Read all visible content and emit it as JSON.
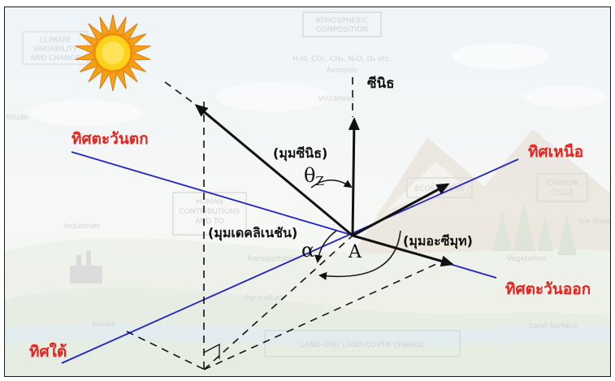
{
  "labels": {
    "zenith": "ซีนิธ",
    "west": "ทิศตะวันตก",
    "north": "ทิศเหนือ",
    "east": "ทิศตะวันออก",
    "south": "ทิศใต้",
    "zenith_angle": "(มุมซีนิธ)",
    "theta_z": "θ",
    "theta_z_sub": "Z",
    "declination_angle": "(มุมเดคลิเนชัน)",
    "alpha": "α",
    "azimuth_angle": "(มุมอะซีมุท)",
    "azimuth_symbol": "A"
  },
  "background_text": {
    "climate": "CLIMATE",
    "variability": "VARIABILITY",
    "and_change": "AND CHANGE",
    "atmospheric": "ATMOSPHERIC",
    "composition": "COMPOSITION",
    "gases": "H₂O, CO₂, CH₄, N₂O, O₃ etc.",
    "aerosols": "Aerosols",
    "volcanoes": "Volcanoes",
    "human": "HUMAN",
    "contributions": "CONTRIBUTIONS",
    "and_to": "AND TO",
    "industries": "Industries",
    "ecosystems": "ECOSYSTEMS",
    "carbon": "CARBON",
    "cycle": "CYCLE",
    "transportation": "Transportation",
    "agriculture": "Agriculture",
    "vegetation": "Vegetation",
    "rivers": "Rivers",
    "land_surface": "Land Surface",
    "ice_sheet": "Ice Sheet",
    "land_use": "LAND-USE/ LAND-COVER CHANGE",
    "altitude": "titude"
  },
  "colors": {
    "blue_line": "#2222cc",
    "direction_red": "#e8201c",
    "arrow_black": "#111111",
    "sun_yellow": "#ffd21a",
    "sun_orange": "#f28a12"
  }
}
